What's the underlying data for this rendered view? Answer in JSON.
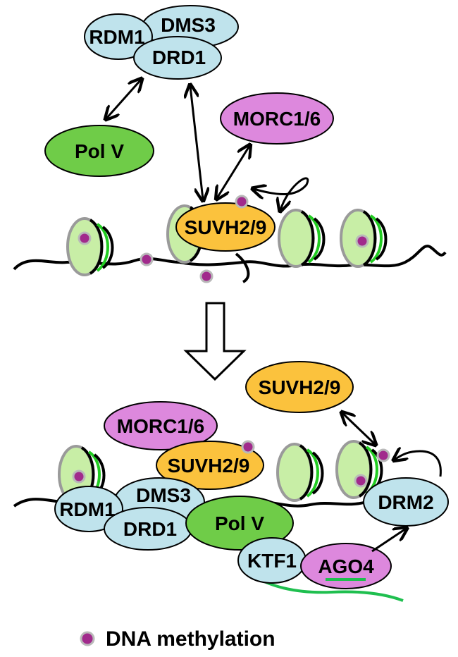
{
  "colors": {
    "cyan": "#bfe3ec",
    "green": "#6fcc48",
    "magenta": "#dd88dd",
    "orange": "#fbc23d",
    "nucleosome": "#c8eea6",
    "dna_green": "#22cc22",
    "dot": "#a12a8c",
    "dot_ring": "#b9b9b9",
    "lightgreen_line": "#1fbf4f"
  },
  "top": {
    "rdm1": "RDM1",
    "dms3": "DMS3",
    "drd1": "DRD1",
    "pol_v": "Pol V",
    "morc": "MORC1/6",
    "suvh": "SUVH2/9"
  },
  "bottom": {
    "suvh_free": "SUVH2/9",
    "morc": "MORC1/6",
    "suvh": "SUVH2/9",
    "rdm1": "RDM1",
    "dms3": "DMS3",
    "drd1": "DRD1",
    "pol_v": "Pol V",
    "ktf1": "KTF1",
    "ago4": "AGO4",
    "drm2": "DRM2"
  },
  "legend": {
    "label": "DNA methylation"
  }
}
